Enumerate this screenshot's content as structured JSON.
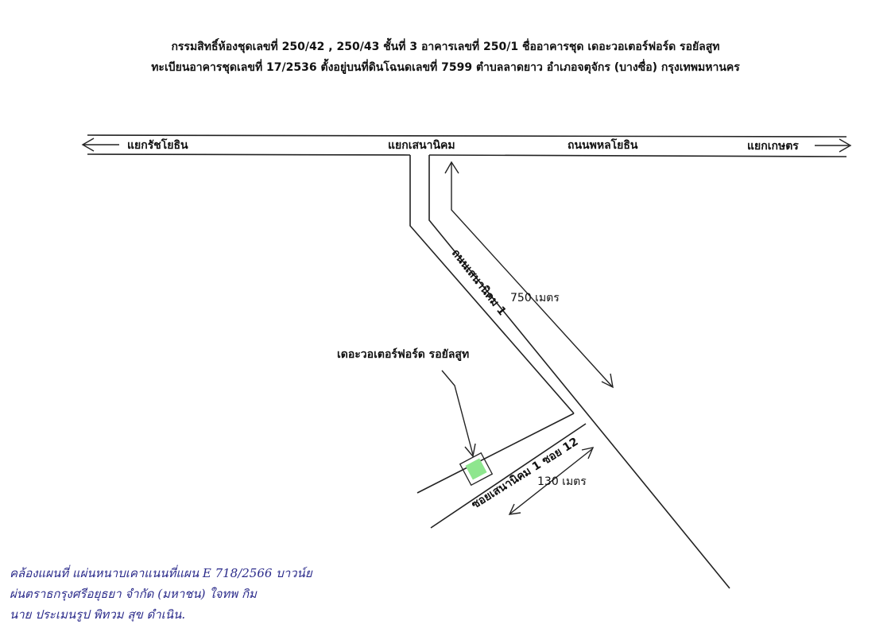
{
  "header": {
    "line1": "กรรมสิทธิ์ห้องชุดเลขที่ 250/42 , 250/43  ชั้นที่ 3 อาคารเลขที่ 250/1 ชื่ออาคารชุด เดอะวอเตอร์ฟอร์ด รอยัลสูท",
    "line2": "ทะเบียนอาคารชุดเลขที่ 17/2536 ตั้งอยู่บนที่ดินโฉนดเลขที่ 7599 ตำบลลาดยาว อำเภอจตุจักร (บางซื่อ) กรุงเทพมหานคร"
  },
  "map": {
    "main_road": {
      "left_label": "แยกรัชโยธิน",
      "center_label": "แยกเสนานิคม",
      "road_label": "ถนนพหลโยธิน",
      "right_label": "แยกเกษตร"
    },
    "side_road": {
      "label": "ถนนเสนานิคม 1",
      "distance": "750 เมตร"
    },
    "soi": {
      "label": "ซอยเสนานิคม 1 ซอย 12",
      "distance": "130 เมตร"
    },
    "landmark": {
      "label": "เดอะวอเตอร์ฟอร์ด รอยัลสูท",
      "marker_color": "#8ee68e"
    }
  },
  "handwriting": {
    "line1": "คล้องแผนที่ แผ่นหนาบเคาแนนที่แผน E 718/2566 บาวน์ย",
    "line2": "ผ่นตราธกรุงศรีอยุธยา จำกัด (มหาชน) ใจทพ กิม",
    "line3": "นาย ประเมนรูป พิทวม สุข ดำเนิน."
  }
}
